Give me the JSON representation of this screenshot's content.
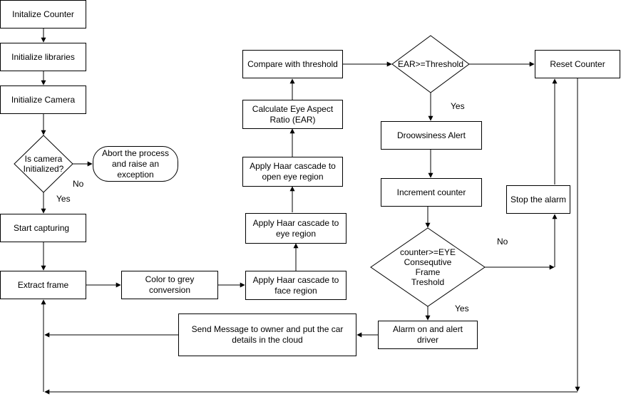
{
  "nodes": {
    "init_counter": "Initalize Counter",
    "init_libraries": "Initialize libraries",
    "init_camera": "Initialize Camera",
    "is_camera_initialized": "Is camera\nInitialized?",
    "abort_process": "Abort the process\nand raise an\nexception",
    "start_capturing": "Start capturing",
    "extract_frame": "Extract frame",
    "color_to_grey": "Color to grey conversion",
    "haar_face": "Apply Haar cascade to\nface region",
    "haar_eye": "Apply Haar cascade to\neye region",
    "haar_open_eye": "Apply Haar cascade to\nopen eye region",
    "calc_ear": "Calculate Eye Aspect\nRatio (EAR)",
    "compare_threshold": "Compare with threshold",
    "ear_threshold": "EAR>=Threshold",
    "reset_counter": "Reset Counter",
    "drowsiness_alert": "Droowsiness Alert",
    "increment_counter": "Increment counter",
    "counter_decision": "counter>=EYE\nConsequtive\nFrame\nTreshold",
    "stop_alarm": "Stop the alarm",
    "alarm_on": "Alarm on and alert driver",
    "send_message": "Send Message to owner and put the car\ndetails in the cloud"
  },
  "edge_labels": {
    "camera_no": "No",
    "camera_yes": "Yes",
    "ear_yes": "Yes",
    "counter_no": "No",
    "counter_yes": "Yes"
  },
  "colors": {
    "stroke": "#000000",
    "fill": "#ffffff",
    "text": "#000000"
  }
}
